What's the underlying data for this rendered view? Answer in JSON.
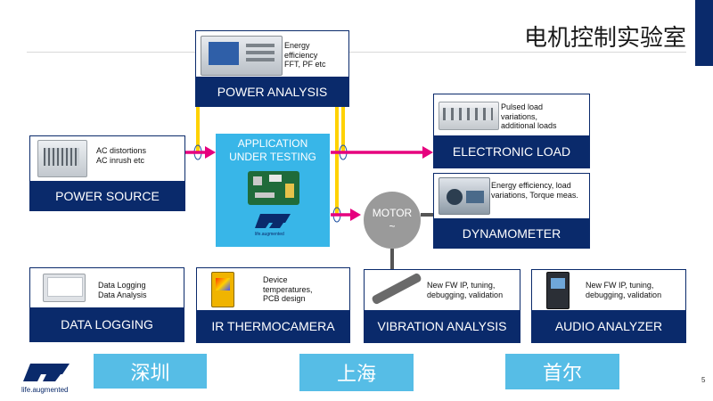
{
  "title": "电机控制实验室",
  "page_number": "5",
  "colors": {
    "navy": "#0a2a6b",
    "app_blue": "#38b6e8",
    "city_blue": "#56bde6",
    "bus_yellow": "#ffd200",
    "arrow_pink": "#e6007e"
  },
  "blocks": {
    "power_analysis": {
      "label": "POWER ANALYSIS",
      "note": "Energy\nefficiency\nFFT, PF etc"
    },
    "power_source": {
      "label": "POWER SOURCE",
      "note": "AC distortions\nAC inrush etc"
    },
    "electronic_load": {
      "label": "ELECTRONIC LOAD",
      "note": "Pulsed load\nvariations,\nadditional loads"
    },
    "dynamometer": {
      "label": "DYNAMOMETER",
      "note": "Energy efficiency, load\nvariations, Torque meas."
    },
    "data_logging": {
      "label": "DATA LOGGING",
      "note": "Data Logging\nData Analysis"
    },
    "ir_thermocamera": {
      "label": "IR THERMOCAMERA",
      "note": "Device\ntemperatures,\nPCB design"
    },
    "vibration_analysis": {
      "label": "VIBRATION  ANALYSIS",
      "note": "New FW IP, tuning,\ndebugging,  validation"
    },
    "audio_analyzer": {
      "label": "AUDIO ANALYZER",
      "note": "New FW IP, tuning,\ndebugging,  validation"
    }
  },
  "app_under_testing": "APPLICATION\nUNDER TESTING",
  "motor": {
    "label": "MOTOR",
    "symbol": "~"
  },
  "cities": [
    "深圳",
    "上海",
    "首尔"
  ],
  "logo_tagline": "life.augmented"
}
